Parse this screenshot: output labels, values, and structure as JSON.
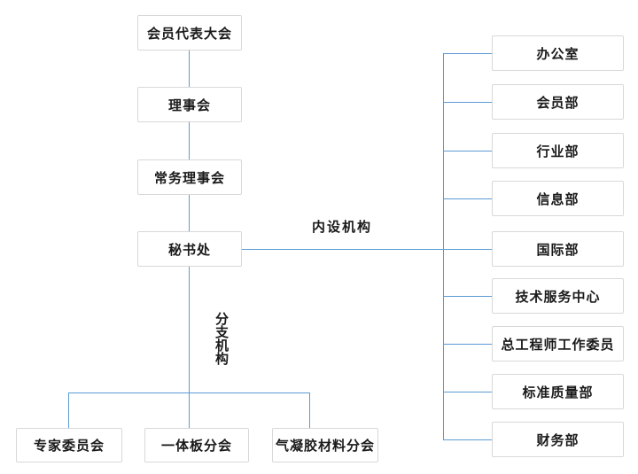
{
  "org_chart": {
    "main_chain": [
      {
        "label": "会员代表大会"
      },
      {
        "label": "理事会"
      },
      {
        "label": "常务理事会"
      },
      {
        "label": "秘书处"
      }
    ],
    "internal_group_label": "内设机构",
    "internal_depts": [
      {
        "label": "办公室"
      },
      {
        "label": "会员部"
      },
      {
        "label": "行业部"
      },
      {
        "label": "信息部"
      },
      {
        "label": "国际部"
      },
      {
        "label": "技术服务中心"
      },
      {
        "label": "总工程师工作委员"
      },
      {
        "label": "标准质量部"
      },
      {
        "label": "财务部"
      }
    ],
    "branch_group_label": "分支机构",
    "branches": [
      {
        "label": "专家委员会"
      },
      {
        "label": "一体板分会"
      },
      {
        "label": "气凝胶材料分会"
      }
    ],
    "colors": {
      "connector_line": "#5b9bd5",
      "box_border": "#d8d8d8",
      "text": "#1a1a1a",
      "background": "#ffffff"
    }
  }
}
